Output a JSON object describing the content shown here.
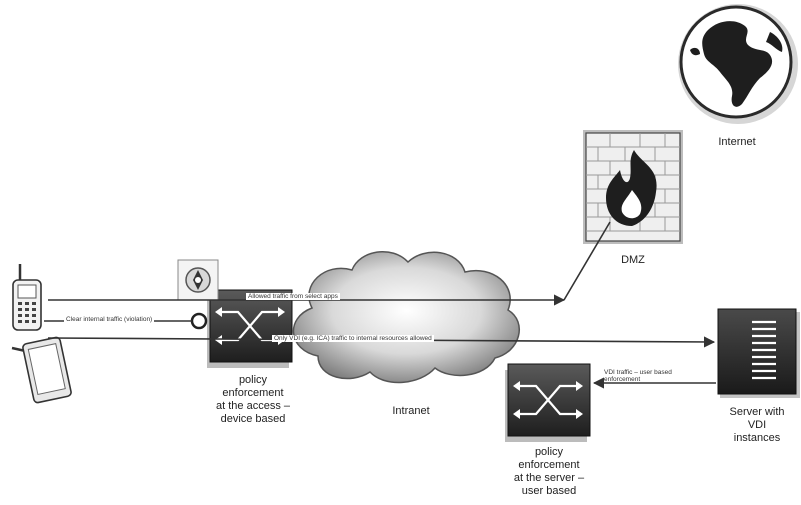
{
  "labels": {
    "internet": "Internet",
    "dmz": "DMZ",
    "intranet": "Intranet",
    "policy_access": [
      "policy",
      "enforcement",
      "at the access –",
      "device based"
    ],
    "policy_server": [
      "policy",
      "enforcement",
      "at the server –",
      "user based"
    ],
    "server_vdi": [
      "Server with",
      "VDI",
      "instances"
    ]
  },
  "flows": {
    "allowed_apps": "Allowed traffic from select apps",
    "clear_internal": "Clear internal traffic (violation)",
    "vdi_allowed": "Only VDI (e.g. ICA) traffic to internal resources allowed",
    "vdi_user_based": [
      "VDI traffic – user based",
      "enforcement"
    ]
  }
}
